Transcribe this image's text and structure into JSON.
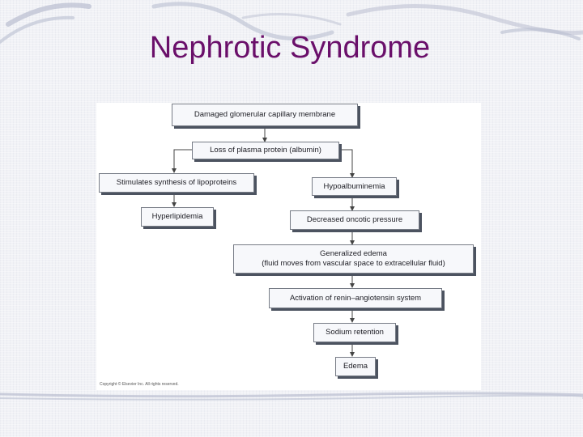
{
  "slide": {
    "title": "Nephrotic Syndrome"
  },
  "diagram": {
    "nodes": {
      "damaged": "Damaged glomerular capillary membrane",
      "loss": "Loss of plasma protein (albumin)",
      "stimulates": "Stimulates synthesis of lipoproteins",
      "hyperlipidemia": "Hyperlipidemia",
      "hypoalbuminemia": "Hypoalbuminemia",
      "oncotic": "Decreased oncotic pressure",
      "edema_general_line1": "Generalized edema",
      "edema_general_line2": "(fluid moves from vascular space to extracellular fluid)",
      "renin": "Activation of renin–angiotensin system",
      "sodium": "Sodium retention",
      "edema": "Edema"
    },
    "copyright": "Copyright © Elsevier Inc. All rights reserved."
  },
  "colors": {
    "title": "#6a0f6a",
    "box_fill": "#f7f8fb",
    "box_shadow": "#4c5360",
    "arrow": "#444444",
    "decor_stroke": "#b9bed0"
  }
}
